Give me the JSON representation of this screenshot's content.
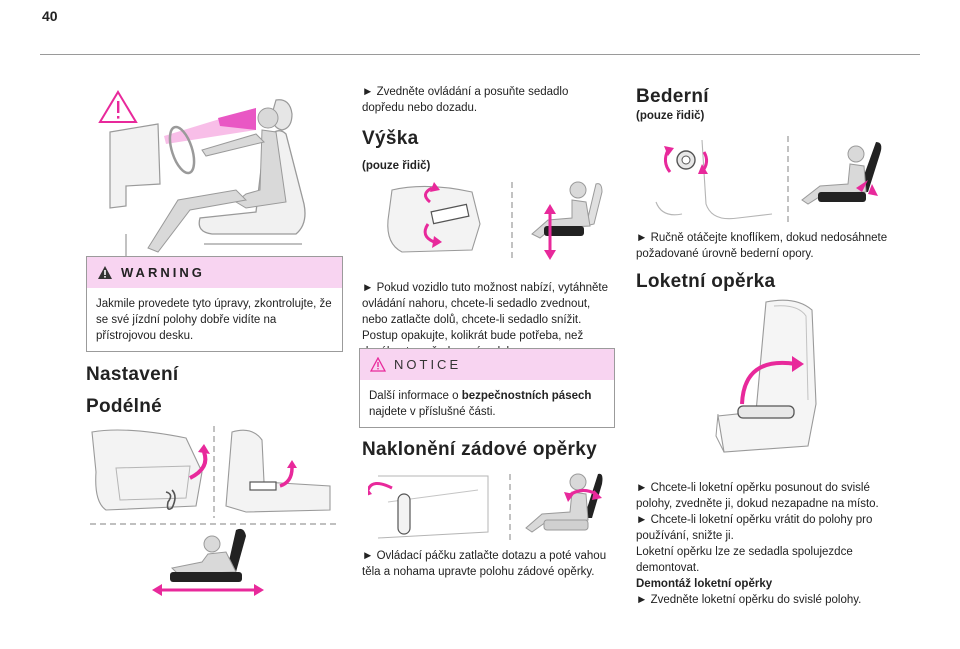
{
  "page_number": "40",
  "warning": {
    "title": "WARNING",
    "text": "Jakmile provedete tyto úpravy, zkontrolujte, že se své jízdní polohy dobře vidíte na přístrojovou desku."
  },
  "left": {
    "heading_settings": "Nastavení",
    "heading_longitudinal": "Podélné"
  },
  "middle": {
    "longitudinal_text": "► Zvedněte ovládání a posuňte sedadlo dopředu nebo dozadu.",
    "heading_height": "Výška",
    "height_sub": "(pouze řidič)",
    "height_text": "► Pokud vozidlo tuto možnost nabízí, vytáhněte ovládání nahoru, chcete-li sedadlo zvednout, nebo zatlačte dolů, chcete-li sedadlo snížit. Postup opakujte, kolikrát bude potřeba, než dosáhnete požadované polohy.",
    "notice_title": "NOTICE",
    "notice_text_before": "Další informace o ",
    "notice_text_bold": "bezpečnostních pásech",
    "notice_text_after": " najdete v příslušné části.",
    "heading_backrest": "Naklonění zádové opěrky",
    "backrest_text": "► Ovládací páčku zatlačte dotazu a poté vahou těla a nohama upravte polohu zádové opěrky."
  },
  "right": {
    "heading_lumbar": "Bederní",
    "lumbar_sub": "(pouze řidič)",
    "lumbar_text": "► Ručně otáčejte knoflíkem, dokud nedosáhnete požadované úrovně bederní opory.",
    "heading_armrest": "Loketní opěrka",
    "armrest_text1": "► Chcete-li loketní opěrku posunout do svislé polohy, zvedněte ji, dokud nezapadne na místo.",
    "armrest_text2": "► Chcete-li loketní opěrku vrátit do polohy pro používání, snižte ji.",
    "armrest_text3": "Loketní opěrku lze ze sedadla spolujezdce demontovat.",
    "armrest_sub": "Demontáž loketní opěrky",
    "armrest_text4": "► Zvedněte loketní opěrku do svislé polohy."
  },
  "colors": {
    "accent": "#e8299b",
    "box_head": "#f8d4f1",
    "illustration": "#9a9a9a"
  }
}
